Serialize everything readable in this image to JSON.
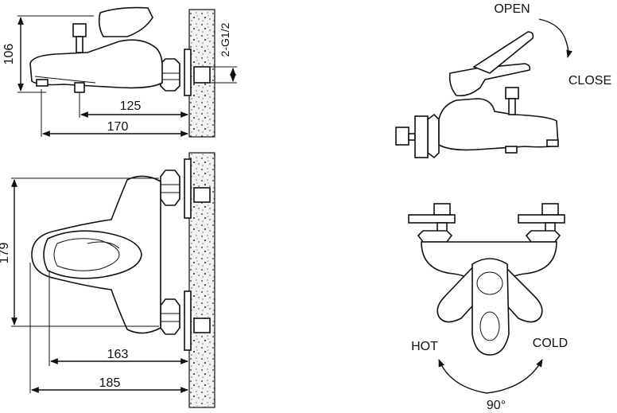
{
  "side_view": {
    "height_label": "106",
    "thread_label": "2-G1/2",
    "inner_length_label": "125",
    "outer_length_label": "170"
  },
  "top_view": {
    "width_label": "179",
    "inner_length_label": "163",
    "outer_length_label": "185"
  },
  "lever_view": {
    "open_label": "OPEN",
    "close_label": "CLOSE"
  },
  "temperature_view": {
    "hot_label": "HOT",
    "cold_label": "COLD",
    "angle_label": "90°"
  }
}
